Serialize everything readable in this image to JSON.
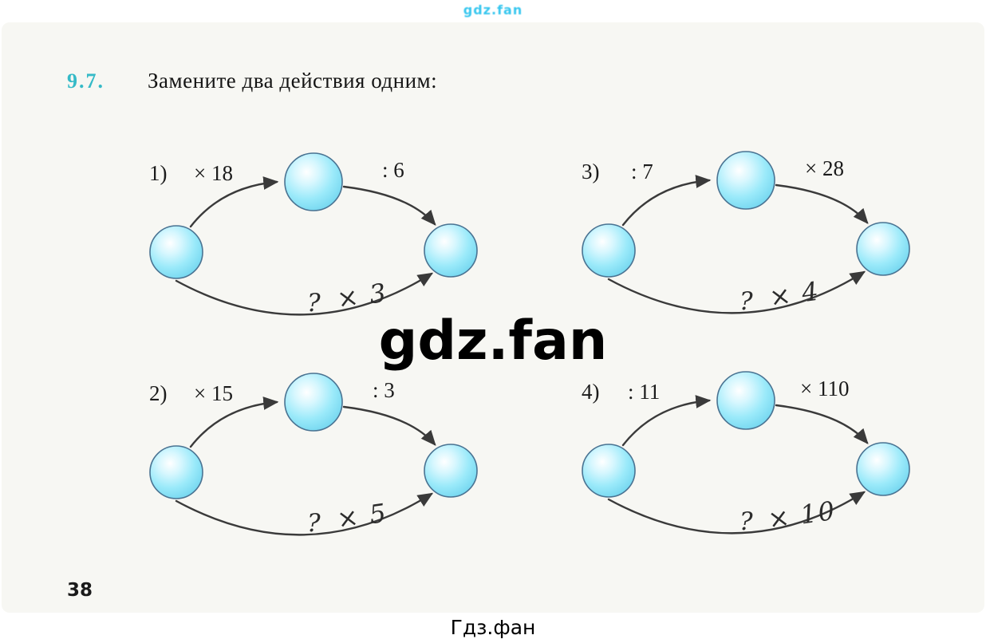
{
  "page": {
    "watermark_top": "gdz.fan",
    "watermark_center": "gdz.fan",
    "watermark_bottom": "Гдз.фан",
    "page_number": "38"
  },
  "exercise": {
    "number": "9.7.",
    "task": "Замените два действия одним:"
  },
  "diagrams": [
    {
      "num": "1)",
      "op1": "× 18",
      "op2": ": 6",
      "answer_q": "?",
      "answer": "× 3"
    },
    {
      "num": "3)",
      "op1": ": 7",
      "op2": "× 28",
      "answer_q": "?",
      "answer": "× 4"
    },
    {
      "num": "2)",
      "op1": "× 15",
      "op2": ": 3",
      "answer_q": "?",
      "answer": "× 5"
    },
    {
      "num": "4)",
      "op1": ": 11",
      "op2": "× 110",
      "answer_q": "?",
      "answer": "× 10"
    }
  ],
  "colors": {
    "accent_teal": "#35bac7",
    "watermark_cyan": "#2ec4ee",
    "ball_fill": "#8ee7f9",
    "arrow": "#3a3a3a"
  }
}
